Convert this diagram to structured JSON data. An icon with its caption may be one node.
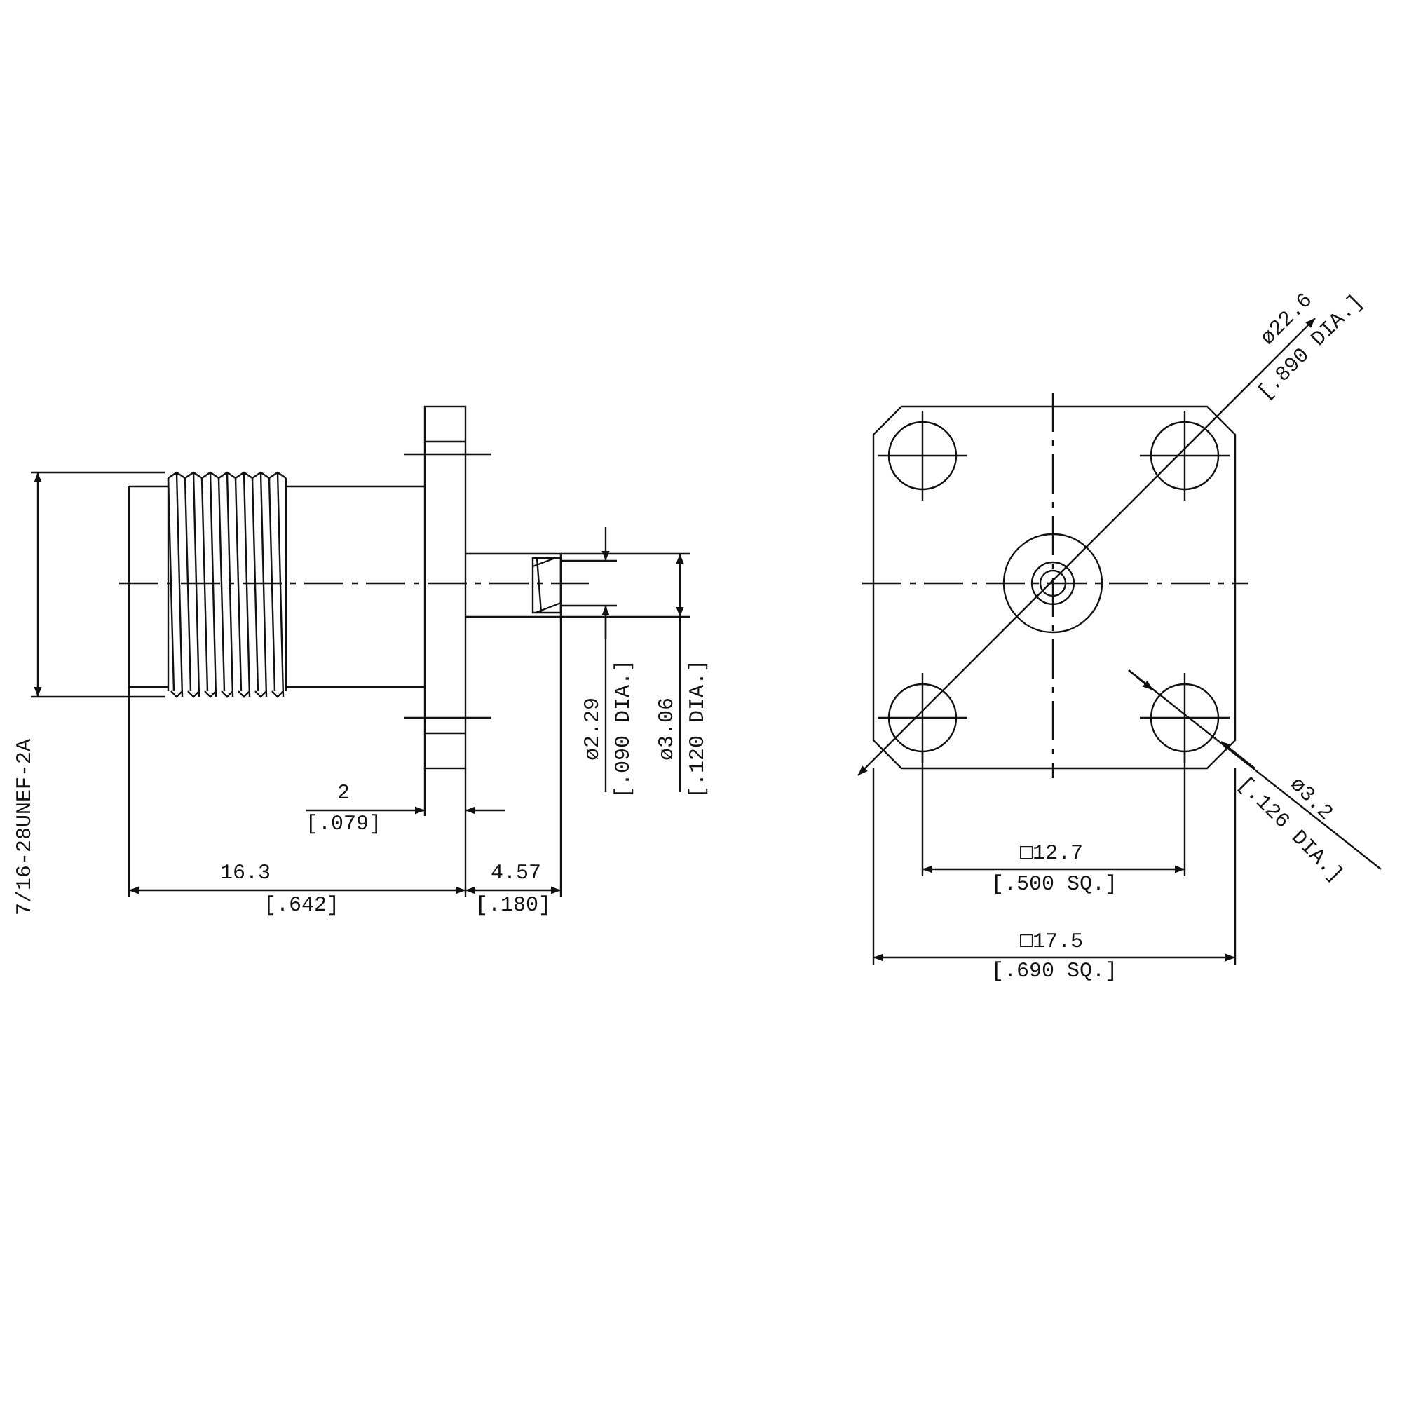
{
  "diagram": {
    "labels": [
      "ø22.6",
      "[.890 DIA.]",
      "7/16-28UNEF-2A",
      "ø2.29",
      "[.090 DIA.]",
      "ø3.06",
      "[.120 DIA.]",
      "ø3.2",
      "[.126 DIA.]",
      "2",
      "[.079]",
      "□12.7",
      "[.500 SQ.]",
      "16.3",
      "[.642]",
      "4.57",
      "[.180]",
      "□17.5",
      "[.690 SQ.]"
    ]
  }
}
